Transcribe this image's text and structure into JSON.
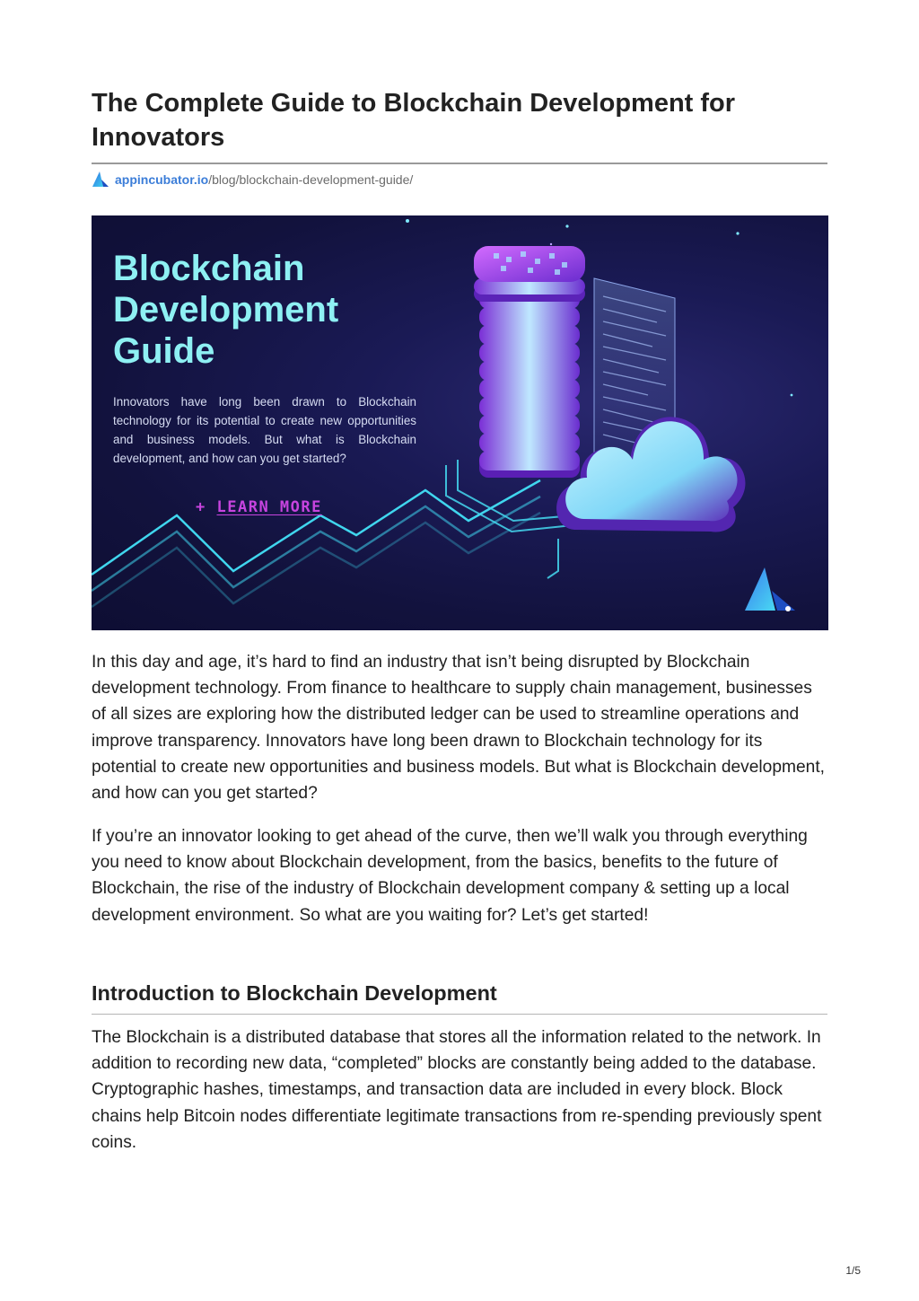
{
  "article": {
    "title": "The Complete Guide to Blockchain Development for Innovators",
    "source_domain": "appincubator.io",
    "source_path": "/blog/blockchain-development-guide/"
  },
  "hero": {
    "title": "Blockchain Development Guide",
    "text": "Innovators have long been drawn to Blockchain technology for its potential to create new opportunities and business models. But what is Blockchain development, and how can you get started?",
    "cta_prefix": "+",
    "cta_label": "LEARN MORE",
    "colors": {
      "accent": "#c744df",
      "title": "#8ef0f3",
      "background": "#14143f"
    }
  },
  "paragraphs": [
    "In this day and age, it’s hard to find an industry that isn’t being disrupted by Blockchain development technology. From finance to healthcare to supply chain management, businesses of all sizes are exploring how the distributed ledger can be used to streamline operations and improve transparency. Innovators have long been drawn to Blockchain technology for its potential to create new opportunities and business models. But what is Blockchain development, and how can you get started?",
    "If you’re an innovator looking to get ahead of the curve, then we’ll walk you through everything you need to know about Blockchain development, from the basics, benefits to the future of Blockchain, the rise of the industry of Blockchain development company & setting up a local development environment. So what are you waiting for? Let’s get started!"
  ],
  "section": {
    "heading": "Introduction to Blockchain Development",
    "paragraph": "The Blockchain is a distributed database that stores all the information related to the network. In addition to recording new data, “completed” blocks are constantly being added to the database. Cryptographic hashes, timestamps, and transaction data are included in every block. Block chains help Bitcoin nodes differentiate legitimate transactions from re-spending previously spent coins."
  },
  "footer": {
    "page_indicator": "1/5"
  }
}
